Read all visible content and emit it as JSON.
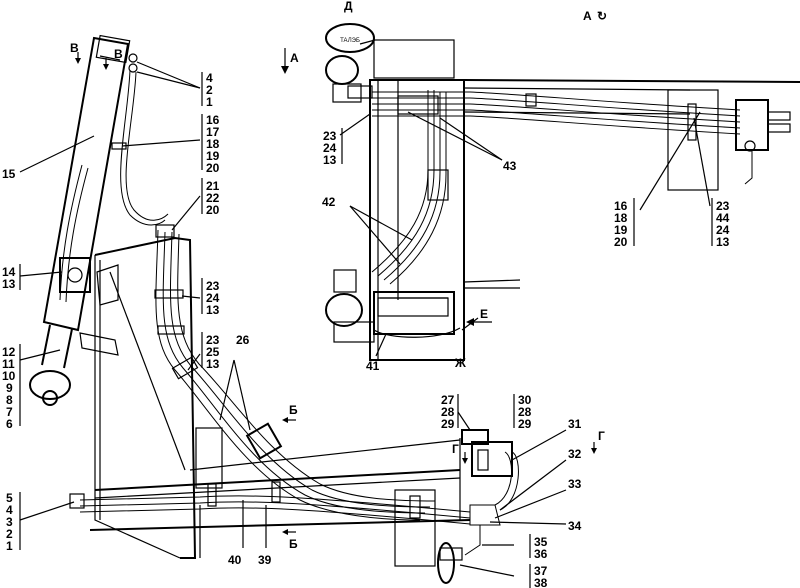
{
  "views": {
    "view_a_title": "А",
    "view_a_suffix": "↻",
    "d_label": "Д",
    "e_label": "Е",
    "zh_label": "Ж",
    "a_arrow": "А",
    "b_top": "Б",
    "b_bottom": "Б",
    "v1": "В",
    "v2": "В",
    "g1": "Г",
    "g2": "Г"
  },
  "callouts": {
    "c15": "15",
    "c26": "26",
    "c39": "39",
    "c40": "40",
    "c41": "41",
    "c42": "42",
    "c43": "43",
    "c31": "31",
    "c32": "32",
    "c33": "33",
    "c34": "34"
  },
  "stacks": {
    "s_4_2_1": [
      "4",
      "2",
      "1"
    ],
    "s_16_20": [
      "16",
      "17",
      "18",
      "19",
      "20"
    ],
    "s_21_22_20": [
      "21",
      "22",
      "20"
    ],
    "s_14_13": [
      "14",
      "13"
    ],
    "s_23_24_13_a": [
      "23",
      "24",
      "13"
    ],
    "s_23_25_13": [
      "23",
      "25",
      "13"
    ],
    "s_12_6": [
      "12",
      "11",
      "10",
      "9",
      "8",
      "7",
      "6"
    ],
    "s_5_1": [
      "5",
      "4",
      "3",
      "2",
      "1"
    ],
    "s_23_24_13_top": [
      "23",
      "24",
      "13"
    ],
    "s_16_18_19_20": [
      "16",
      "18",
      "19",
      "20"
    ],
    "s_23_44_24_13": [
      "23",
      "44",
      "24",
      "13"
    ],
    "s_27_28_29": [
      "27",
      "28",
      "29"
    ],
    "s_30_28_29": [
      "30",
      "28",
      "29"
    ],
    "s_35_36": [
      "35",
      "36"
    ],
    "s_37_38": [
      "37",
      "38"
    ]
  },
  "badge": "ТАЛЭБ"
}
